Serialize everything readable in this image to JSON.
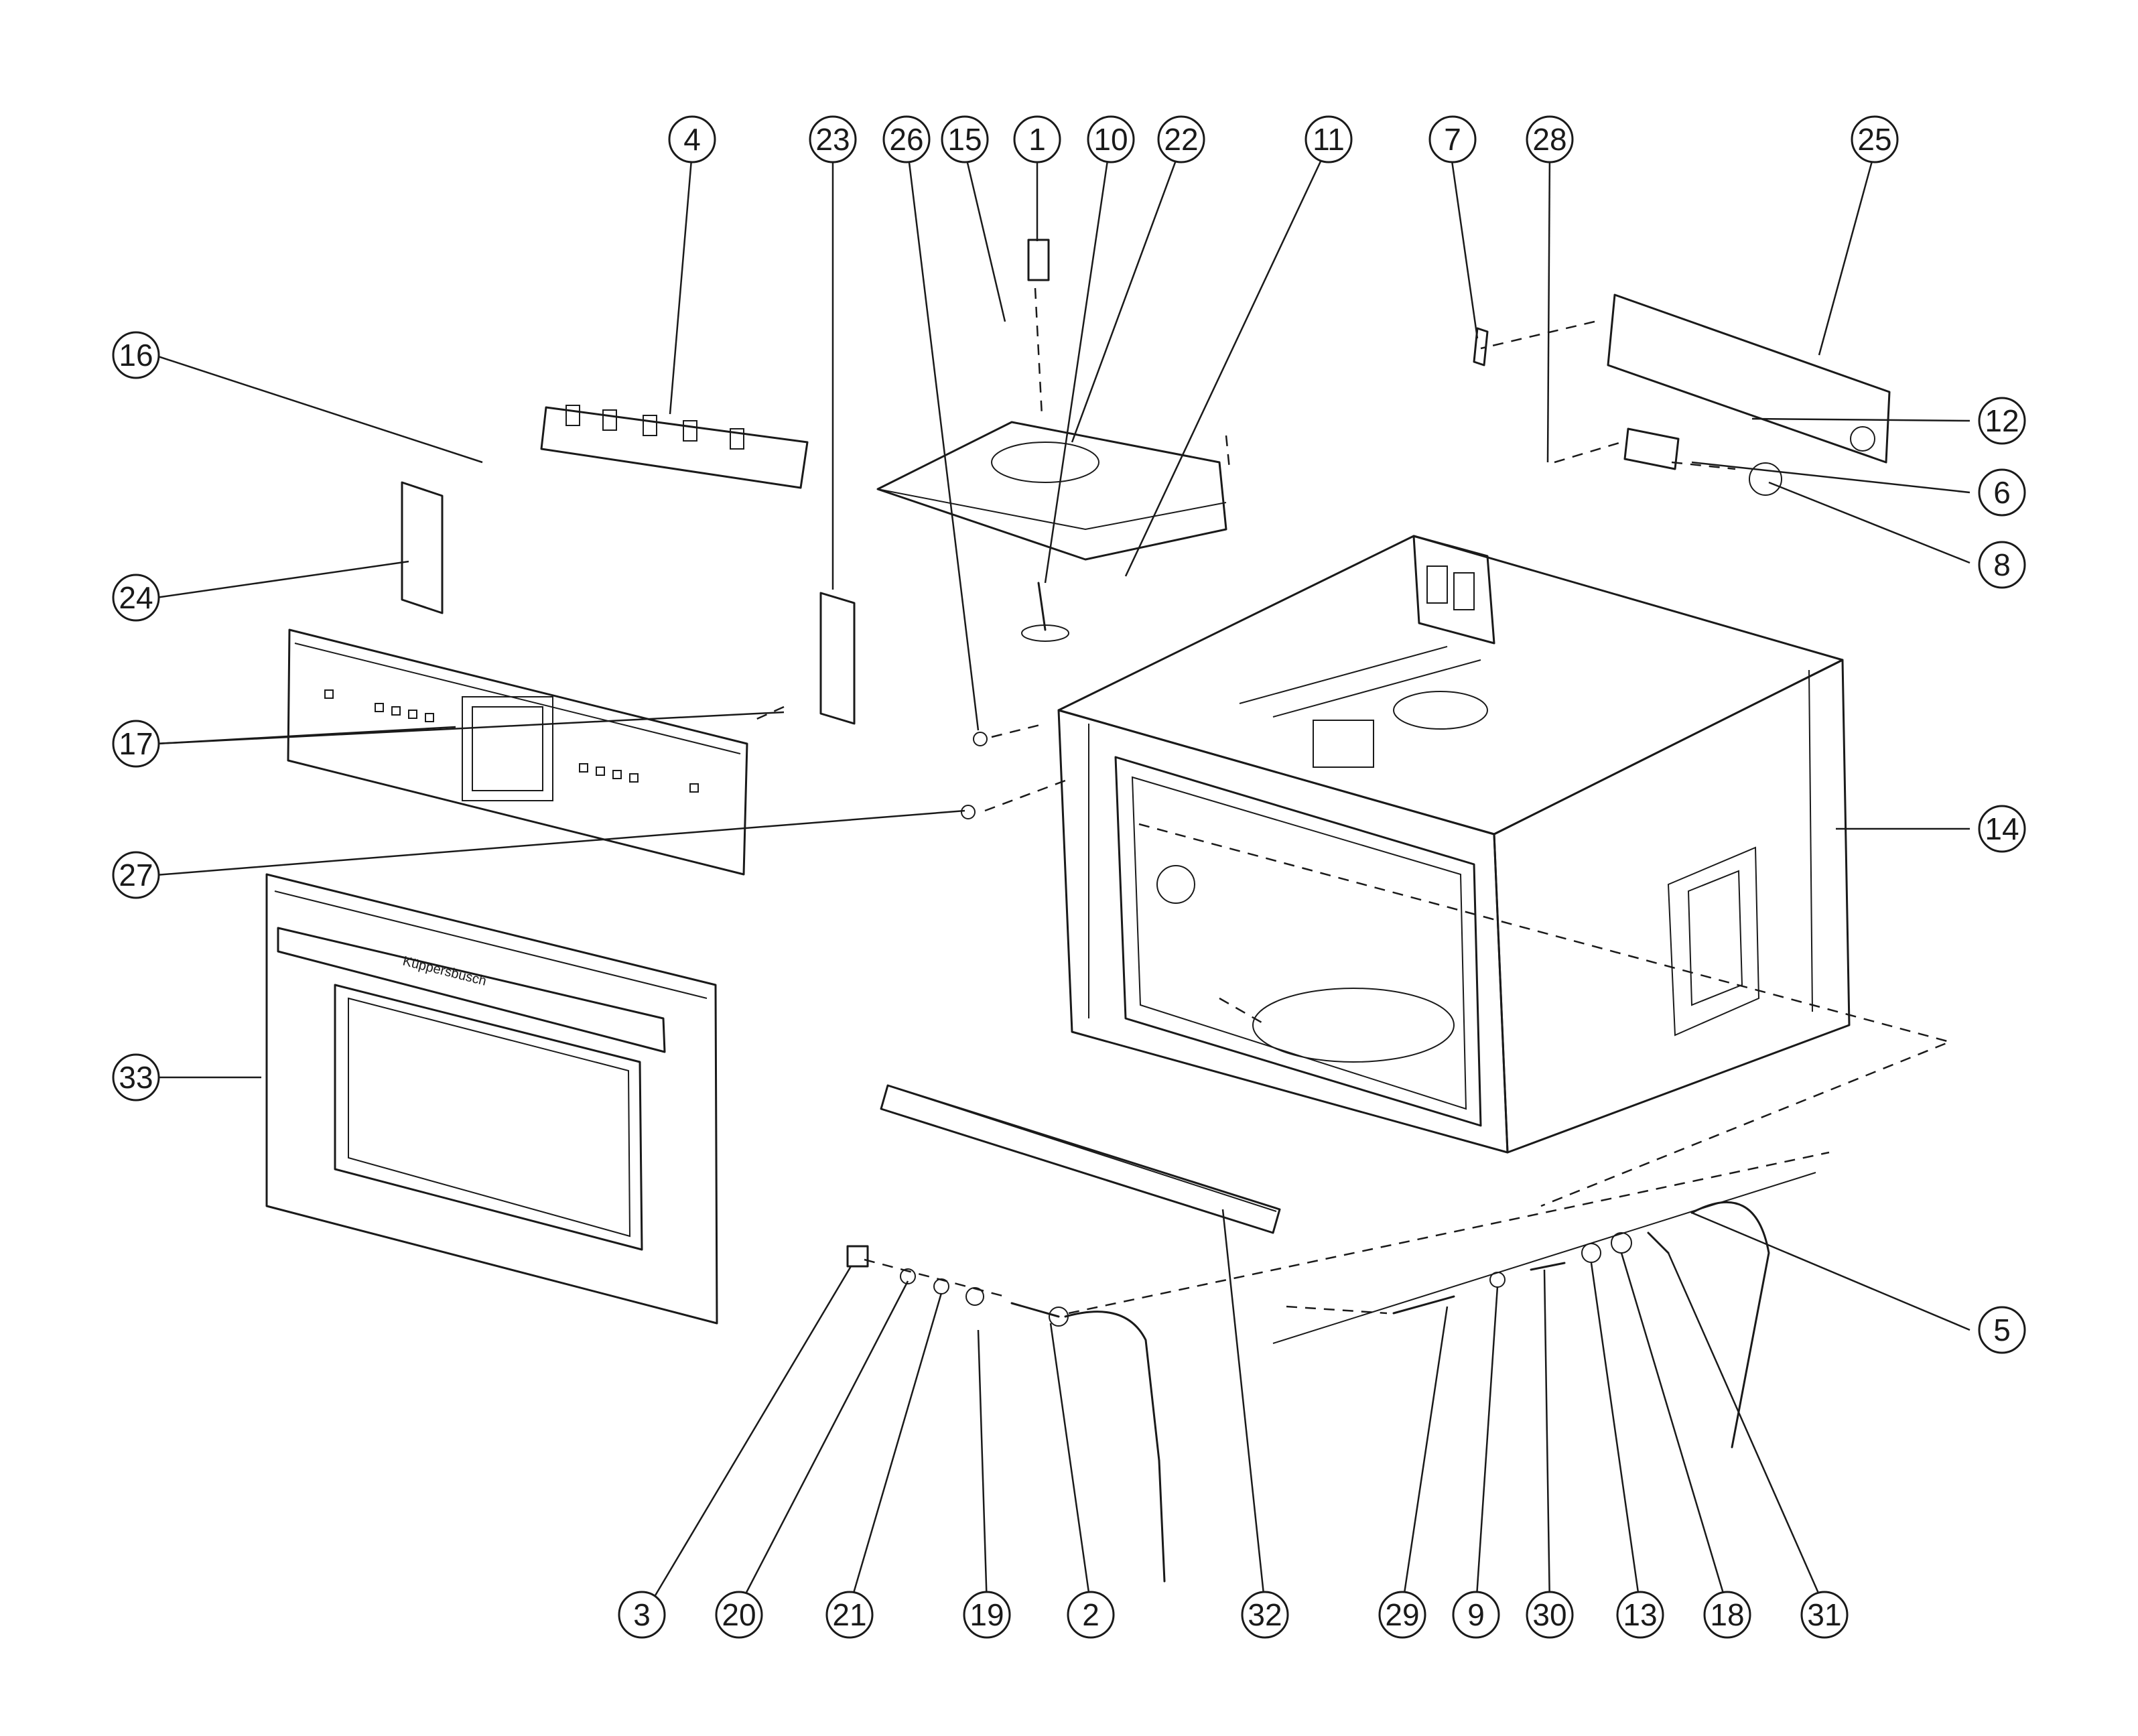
{
  "brand_label": "Küppersbusch",
  "callouts": [
    "1",
    "2",
    "3",
    "4",
    "5",
    "6",
    "7",
    "8",
    "9",
    "10",
    "11",
    "12",
    "13",
    "14",
    "15",
    "16",
    "17",
    "18",
    "19",
    "20",
    "21",
    "22",
    "23",
    "24",
    "25",
    "26",
    "27",
    "28",
    "29",
    "30",
    "31",
    "32",
    "33"
  ]
}
